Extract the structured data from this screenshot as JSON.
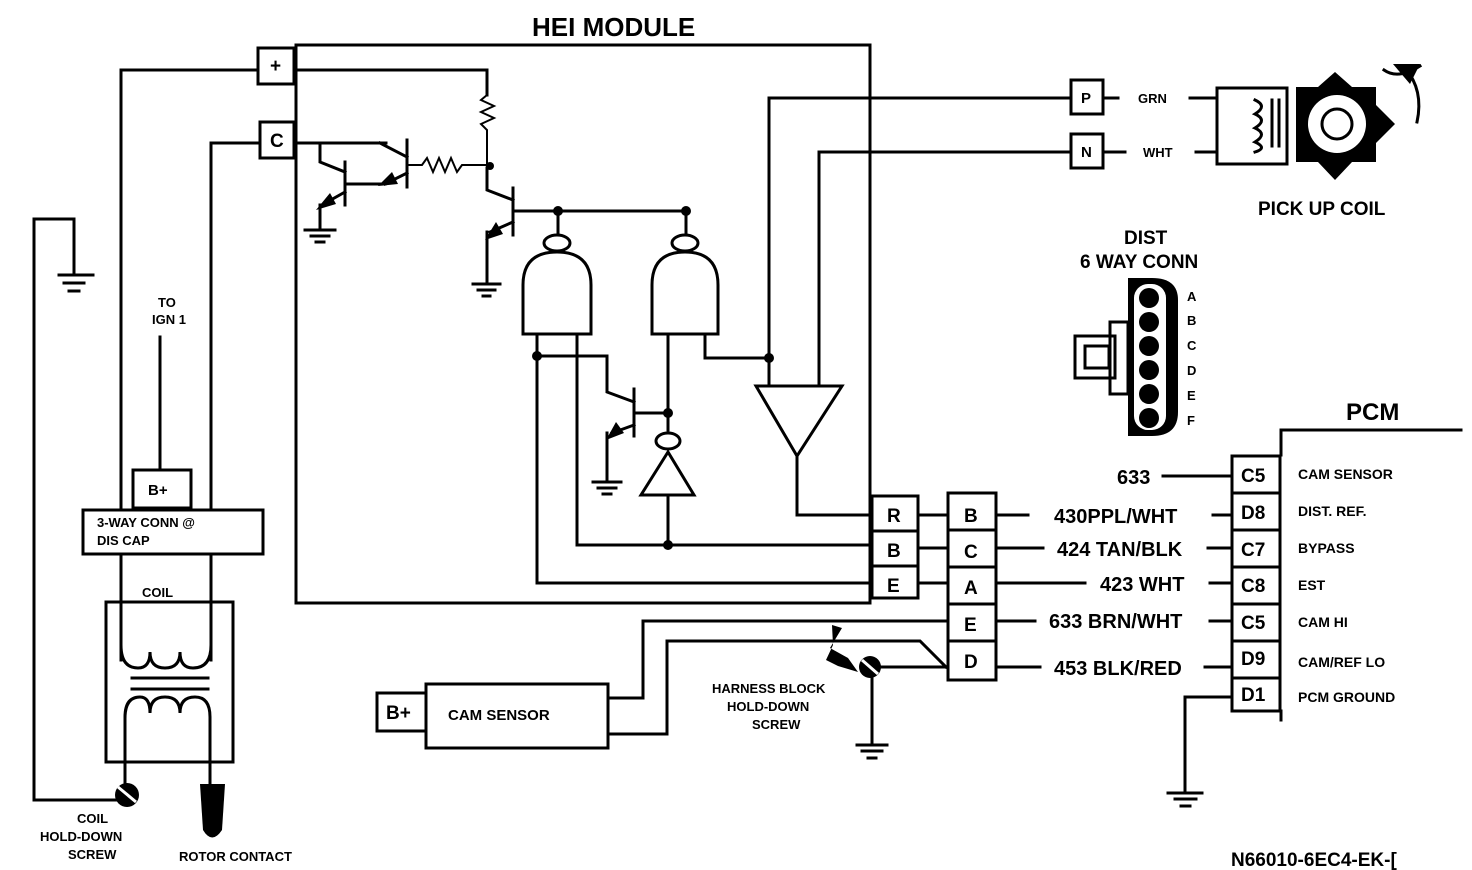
{
  "title": "HEI MODULE",
  "figure_id": "N66010-6EC4-EK-[",
  "hei_module": {
    "terminals_top": [
      "+",
      "C"
    ],
    "terminals_right": [
      "R",
      "B",
      "E"
    ]
  },
  "pickup_coil": {
    "label": "PICK UP COIL",
    "terminals": [
      {
        "pin": "P",
        "wire": "GRN"
      },
      {
        "pin": "N",
        "wire": "WHT"
      }
    ]
  },
  "dist_connector": {
    "title_line1": "DIST",
    "title_line2": "6 WAY CONN",
    "pins": [
      "A",
      "B",
      "C",
      "D",
      "E",
      "F"
    ],
    "harness_pins": [
      "B",
      "C",
      "A",
      "E",
      "D"
    ]
  },
  "pcm": {
    "label": "PCM",
    "rows": [
      {
        "circuit": "633",
        "pin": "C5",
        "function": "CAM SENSOR"
      },
      {
        "circuit": "430PPL/WHT",
        "pin": "D8",
        "function": "DIST. REF."
      },
      {
        "circuit": "424 TAN/BLK",
        "pin": "C7",
        "function": "BYPASS"
      },
      {
        "circuit": "423 WHT",
        "pin": "C8",
        "function": "EST"
      },
      {
        "circuit": "633 BRN/WHT",
        "pin": "C5",
        "function": "CAM HI"
      },
      {
        "circuit": "453 BLK/RED",
        "pin": "D9",
        "function": "CAM/REF LO"
      },
      {
        "circuit": "",
        "pin": "D1",
        "function": "PCM GROUND"
      }
    ]
  },
  "ignition": {
    "to_ign_line1": "TO",
    "to_ign_line2": "IGN 1",
    "bplus": "B+",
    "conn_line1": "3-WAY  CONN @",
    "conn_line2": "DIS CAP",
    "coil": "COIL",
    "screw_line1": "COIL",
    "screw_line2": "HOLD-DOWN",
    "screw_line3": "SCREW",
    "rotor": "ROTOR CONTACT"
  },
  "cam_sensor": {
    "bplus": "B+",
    "label": "CAM SENSOR"
  },
  "harness_screw": {
    "line1": "HARNESS BLOCK",
    "line2": "HOLD-DOWN",
    "line3": "SCREW"
  }
}
